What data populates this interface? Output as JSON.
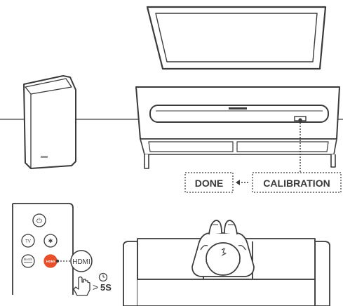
{
  "labels": {
    "done": "DONE",
    "calibration": "CALIBRATION",
    "hdmi_callout": "HDMI",
    "hold_duration": "5S",
    "greater_than": ">"
  },
  "remote_buttons": {
    "power": "⏻",
    "tv": "TV",
    "bluetooth": "✱",
    "bass": "BASS",
    "hdmi": "HDMI"
  },
  "colors": {
    "line": "#3a3a3a",
    "accent": "#e8502c",
    "label_text": "#3a3a3a",
    "background": "#ffffff"
  },
  "icons": {
    "hand": "hand-pointer-icon",
    "timer": "clock-icon",
    "arrow": "left-arrow-icon"
  }
}
